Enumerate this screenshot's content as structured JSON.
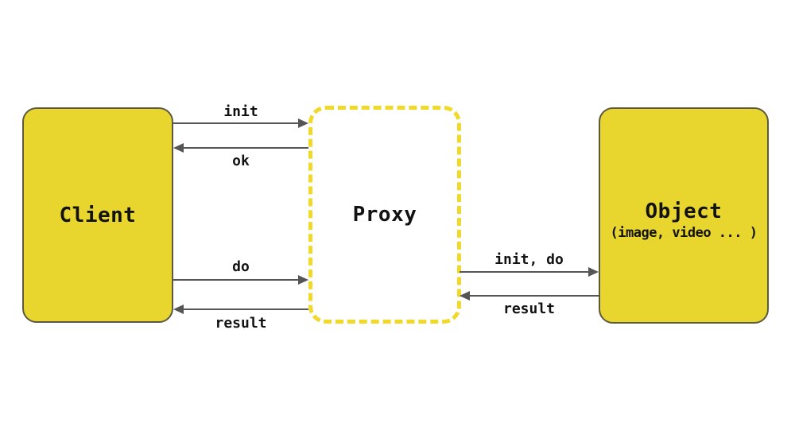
{
  "nodes": {
    "client": {
      "label": "Client"
    },
    "proxy": {
      "label": "Proxy"
    },
    "object": {
      "label": "Object",
      "sublabel": "(image, video ... )"
    }
  },
  "arrows": {
    "client_proxy": [
      {
        "label": "init",
        "direction": "right",
        "from": "Client",
        "to": "Proxy"
      },
      {
        "label": "ok",
        "direction": "left",
        "from": "Proxy",
        "to": "Client"
      },
      {
        "label": "do",
        "direction": "right",
        "from": "Client",
        "to": "Proxy"
      },
      {
        "label": "result",
        "direction": "left",
        "from": "Proxy",
        "to": "Client"
      }
    ],
    "proxy_object": [
      {
        "label": "init, do",
        "direction": "right",
        "from": "Proxy",
        "to": "Object"
      },
      {
        "label": "result",
        "direction": "left",
        "from": "Object",
        "to": "Proxy"
      }
    ]
  },
  "colors": {
    "node_fill": "#e8d62e",
    "node_border": "#5b5941",
    "dashed_border": "#f0d928",
    "arrow": "#555555",
    "text": "#121212",
    "background": "#ffffff"
  }
}
